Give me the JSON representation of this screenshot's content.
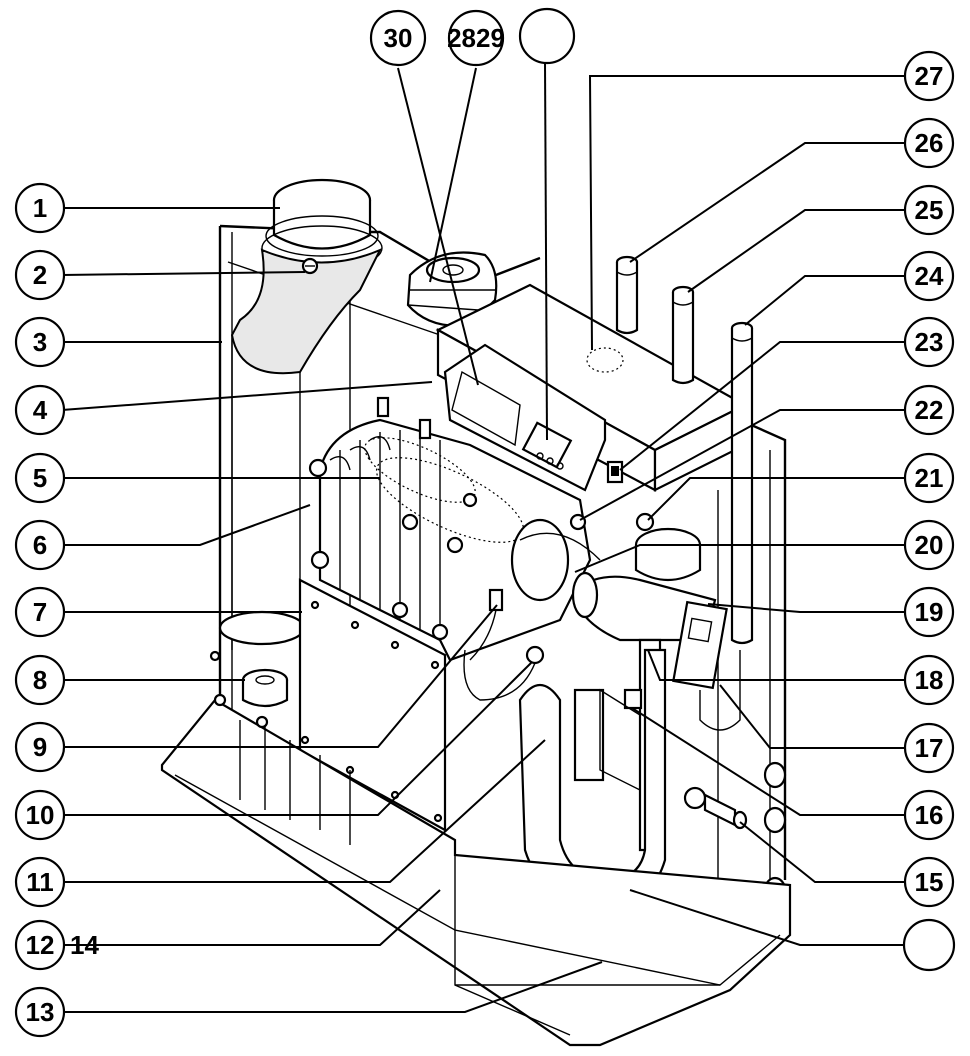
{
  "diagram": {
    "callouts_left": [
      {
        "id": "1",
        "label": "1"
      },
      {
        "id": "2",
        "label": "2"
      },
      {
        "id": "3",
        "label": "3"
      },
      {
        "id": "4",
        "label": "4"
      },
      {
        "id": "5",
        "label": "5"
      },
      {
        "id": "6",
        "label": "6"
      },
      {
        "id": "7",
        "label": "7"
      },
      {
        "id": "8",
        "label": "8"
      },
      {
        "id": "9",
        "label": "9"
      },
      {
        "id": "10",
        "label": "10"
      },
      {
        "id": "11",
        "label": "11"
      },
      {
        "id": "12",
        "label": "12"
      },
      {
        "id": "13",
        "label": "13"
      }
    ],
    "label_14": "14",
    "callouts_right": [
      {
        "id": "27",
        "label": "27"
      },
      {
        "id": "26",
        "label": "26"
      },
      {
        "id": "25",
        "label": "25"
      },
      {
        "id": "24",
        "label": "24"
      },
      {
        "id": "23",
        "label": "23"
      },
      {
        "id": "22",
        "label": "22"
      },
      {
        "id": "21",
        "label": "21"
      },
      {
        "id": "20",
        "label": "20"
      },
      {
        "id": "19",
        "label": "19"
      },
      {
        "id": "18",
        "label": "18"
      },
      {
        "id": "17",
        "label": "17"
      },
      {
        "id": "16",
        "label": "16"
      },
      {
        "id": "15",
        "label": "15"
      },
      {
        "id": "empty-bottom",
        "label": ""
      }
    ],
    "callouts_top": [
      {
        "id": "30",
        "label": "30"
      },
      {
        "id": "2829",
        "label": "2829"
      },
      {
        "id": "empty-top",
        "label": ""
      }
    ]
  }
}
